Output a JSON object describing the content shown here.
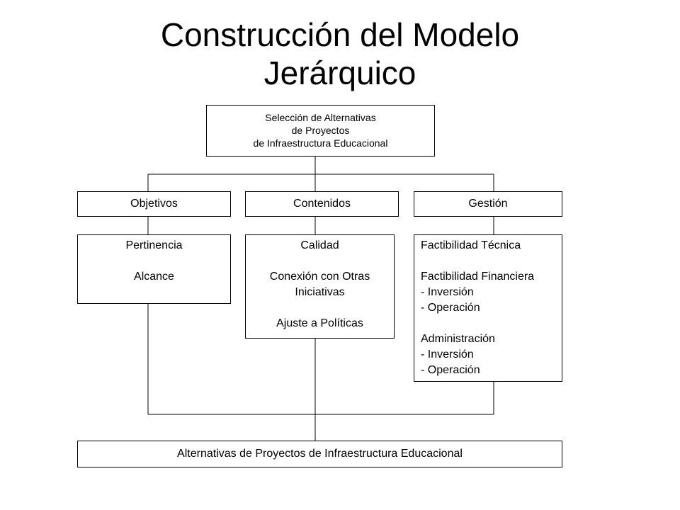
{
  "title": {
    "line1": "Construcción del Modelo",
    "line2": "Jerárquico"
  },
  "root": {
    "lines": [
      "Selección de Alternativas",
      "de Proyectos",
      "de Infraestructura Educacional"
    ]
  },
  "categories": [
    {
      "label": "Objetivos",
      "details": [
        "Pertinencia",
        "",
        "Alcance"
      ]
    },
    {
      "label": "Contenidos",
      "details": [
        "Calidad",
        "",
        "Conexión con Otras",
        "Iniciativas",
        "",
        "Ajuste a Políticas"
      ]
    },
    {
      "label": "Gestión",
      "details": [
        "Factibilidad Técnica",
        "",
        "Factibilidad Financiera",
        "- Inversión",
        "- Operación",
        "",
        "Administración",
        "- Inversión",
        "- Operación"
      ]
    }
  ],
  "result": {
    "label": "Alternativas de Proyectos de Infraestructura Educacional"
  }
}
